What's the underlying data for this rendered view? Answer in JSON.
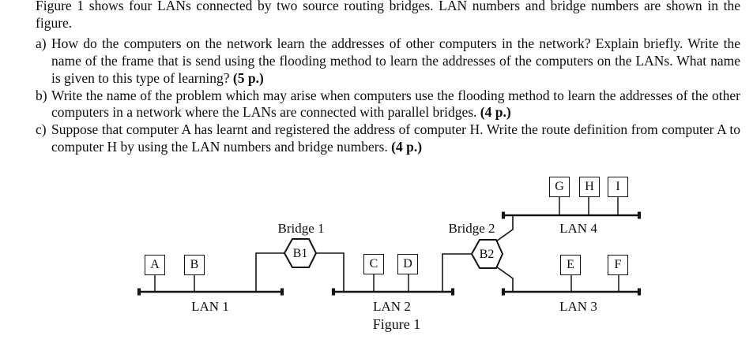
{
  "document": {
    "intro": "Figure 1 shows four LANs connected by two source routing bridges. LAN numbers and bridge numbers are shown in the figure.",
    "items": [
      {
        "marker": "a)",
        "body": "How do the computers on the network learn the addresses of other computers in the network? Explain briefly. Write the name of the frame that is send using the flooding method to learn the addresses of the computers on the LANs. What name is given to this type of learning? ",
        "points": "(5 p.)"
      },
      {
        "marker": "b)",
        "body": "Write the name of the problem which may arise when computers use the flooding method to learn the addresses of the other computers in a network where the LANs are connected with parallel bridges. ",
        "points": "(4 p.)"
      },
      {
        "marker": "c)",
        "body": "Suppose that computer A has learnt and registered the address of computer H. Write the route definition from computer A to computer H by using the LAN numbers and bridge numbers. ",
        "points": "(4 p.)"
      }
    ]
  },
  "diagram": {
    "caption": "Figure 1",
    "bridge1": {
      "title": "Bridge 1",
      "label": "B1"
    },
    "bridge2": {
      "title": "Bridge 2",
      "label": "B2"
    },
    "lans": {
      "lan1": "LAN 1",
      "lan2": "LAN 2",
      "lan3": "LAN 3",
      "lan4": "LAN 4"
    },
    "computers": {
      "a": "A",
      "b": "B",
      "c": "C",
      "d": "D",
      "e": "E",
      "f": "F",
      "g": "G",
      "h": "H",
      "i": "I"
    }
  },
  "colors": {
    "ink": "#141414",
    "background": "#ffffff"
  }
}
